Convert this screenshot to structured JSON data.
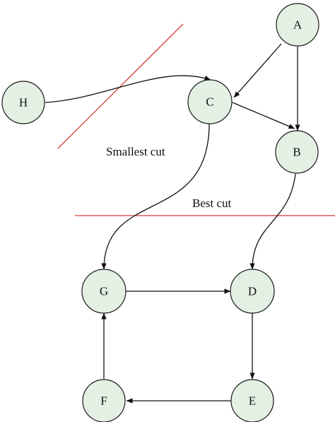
{
  "nodes": [
    {
      "id": "A",
      "label": "A"
    },
    {
      "id": "B",
      "label": "B"
    },
    {
      "id": "C",
      "label": "C"
    },
    {
      "id": "H",
      "label": "H"
    },
    {
      "id": "G",
      "label": "G"
    },
    {
      "id": "D",
      "label": "D"
    },
    {
      "id": "F",
      "label": "F"
    },
    {
      "id": "E",
      "label": "E"
    }
  ],
  "edges": [
    {
      "from": "A",
      "to": "C"
    },
    {
      "from": "A",
      "to": "B"
    },
    {
      "from": "C",
      "to": "B"
    },
    {
      "from": "H",
      "to": "C"
    },
    {
      "from": "C",
      "to": "G"
    },
    {
      "from": "B",
      "to": "D"
    },
    {
      "from": "G",
      "to": "D"
    },
    {
      "from": "D",
      "to": "E"
    },
    {
      "from": "E",
      "to": "F"
    },
    {
      "from": "F",
      "to": "G"
    }
  ],
  "cuts": {
    "smallest": {
      "label": "Smallest cut",
      "color": "#d33a32"
    },
    "best": {
      "label": "Best cut",
      "color": "#d33a32"
    }
  },
  "colors": {
    "node_fill": "#e3f0e3",
    "node_stroke": "#1a1a1a",
    "edge": "#111111"
  }
}
